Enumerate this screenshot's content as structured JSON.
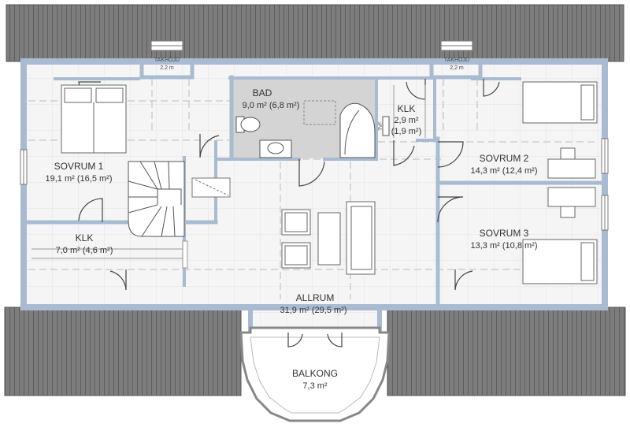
{
  "rooms": {
    "bad": {
      "name": "BAD",
      "area": "9,0 m² (6,8 m²)"
    },
    "klk_small": {
      "name": "KLK",
      "area1": "2,9 m²",
      "area2": "(1,9 m²)"
    },
    "sovrum1": {
      "name": "SOVRUM 1",
      "area": "19,1 m² (16,5 m²)"
    },
    "sovrum2": {
      "name": "SOVRUM 2",
      "area": "14,3 m² (12,4 m²)"
    },
    "sovrum3": {
      "name": "SOVRUM 3",
      "area": "13,3 m² (10,8 m²)"
    },
    "klk_large": {
      "name": "KLK",
      "area": "7,0 m² (4,6 m²)"
    },
    "allrum": {
      "name": "ALLRUM",
      "area": "31,9 m² (29,5 m²)"
    },
    "balkong": {
      "name": "BALKONG",
      "area": "7,3 m²"
    }
  },
  "dormers": {
    "left": {
      "label": "TAKHÖJD",
      "value": "2,2 m"
    },
    "right": {
      "label": "TAKHÖJD",
      "value": "2,2 m"
    }
  },
  "fixtures": {
    "tvf": "TVF"
  },
  "colors": {
    "roof": "#7d7d7d",
    "wall": "#9fb3c8",
    "floor": "#f4f4f4",
    "bath": "#d2d2d2"
  }
}
